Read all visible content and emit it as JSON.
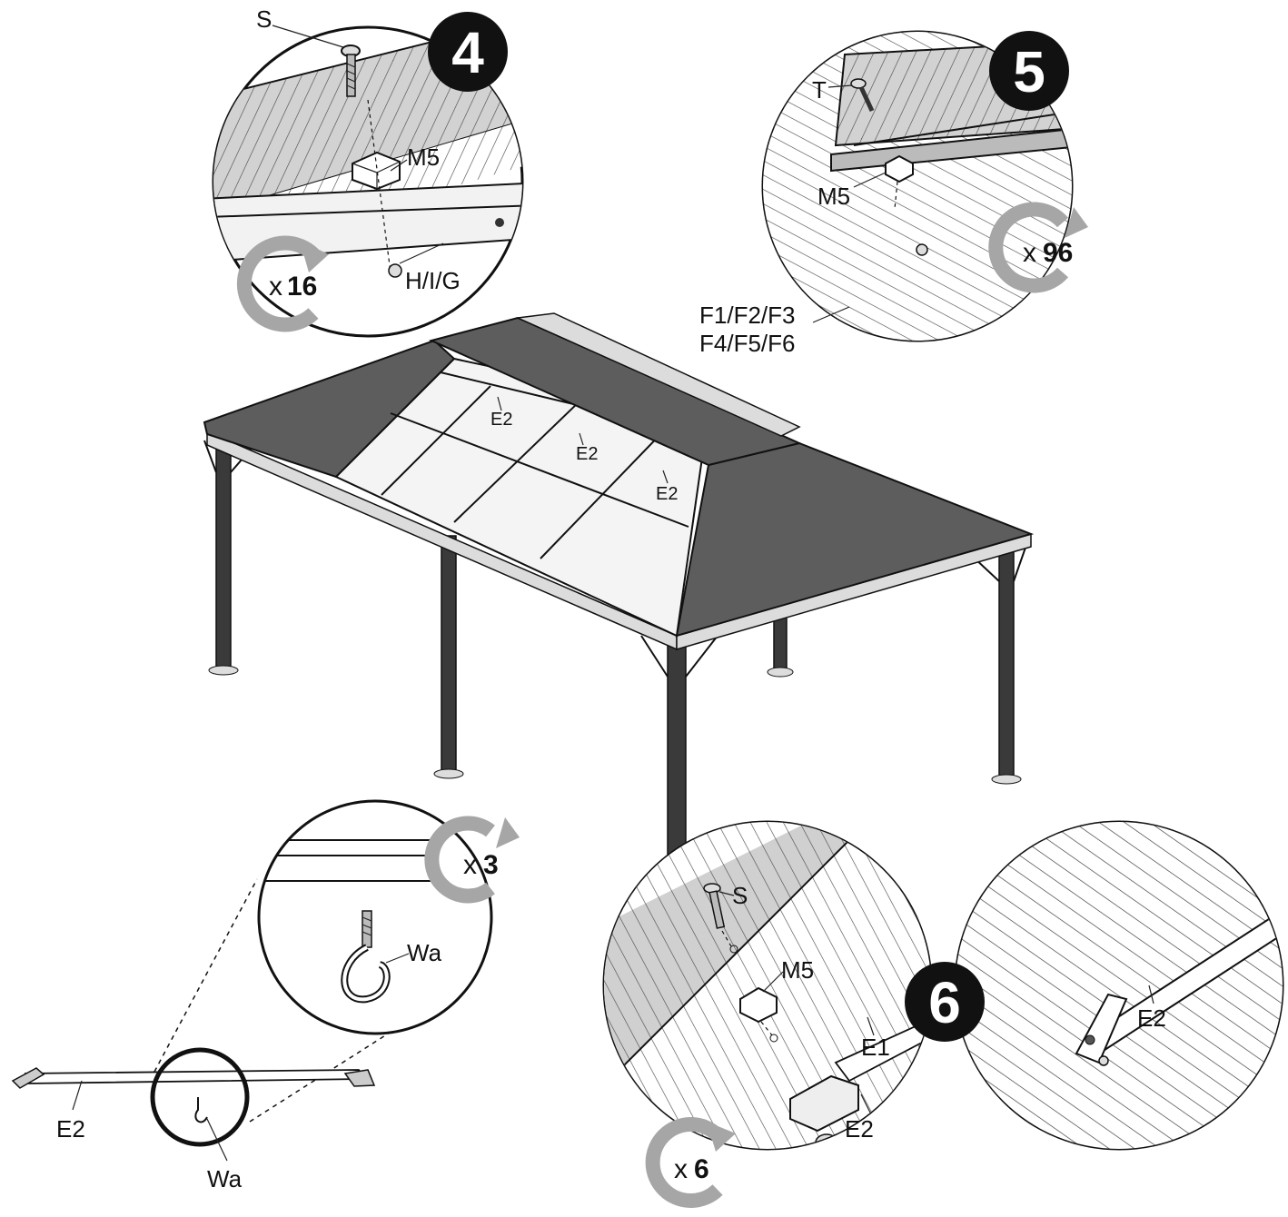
{
  "steps": {
    "step4": {
      "number": "4",
      "multiplier_x": "x",
      "multiplier_n": "16",
      "labels": {
        "bolt": "S",
        "bracket": "M5",
        "beam": "H/I/G"
      }
    },
    "step5": {
      "number": "5",
      "multiplier_x": "x",
      "multiplier_n": "96",
      "labels": {
        "screw": "T",
        "bracket": "M5",
        "panels_line1": "F1/F2/F3",
        "panels_line2": "F4/F5/F6"
      }
    },
    "step6": {
      "number": "6",
      "multiplier_x": "x",
      "multiplier_n": "6",
      "labels": {
        "bolt": "S",
        "bracket": "M5",
        "rail": "E1",
        "bar_left": "E2",
        "bar_right": "E2"
      }
    },
    "hook": {
      "multiplier_x": "x",
      "multiplier_n": "3",
      "labels": {
        "hook_detail": "Wa",
        "hook_small": "Wa",
        "bar": "E2"
      }
    }
  },
  "gazebo": {
    "bar_labels": [
      "E2",
      "E2",
      "E2"
    ]
  }
}
